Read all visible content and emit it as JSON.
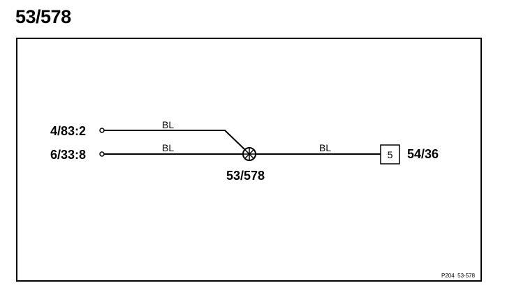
{
  "title": "53/578",
  "terminals": {
    "top": "4/83:2",
    "bottom": "6/33:8"
  },
  "wires": {
    "top": "BL",
    "bottom": "BL",
    "right": "BL"
  },
  "splice": {
    "label": "53/578"
  },
  "connector": {
    "pin": "5",
    "label": "54/36"
  },
  "reference": "P204  53-578"
}
